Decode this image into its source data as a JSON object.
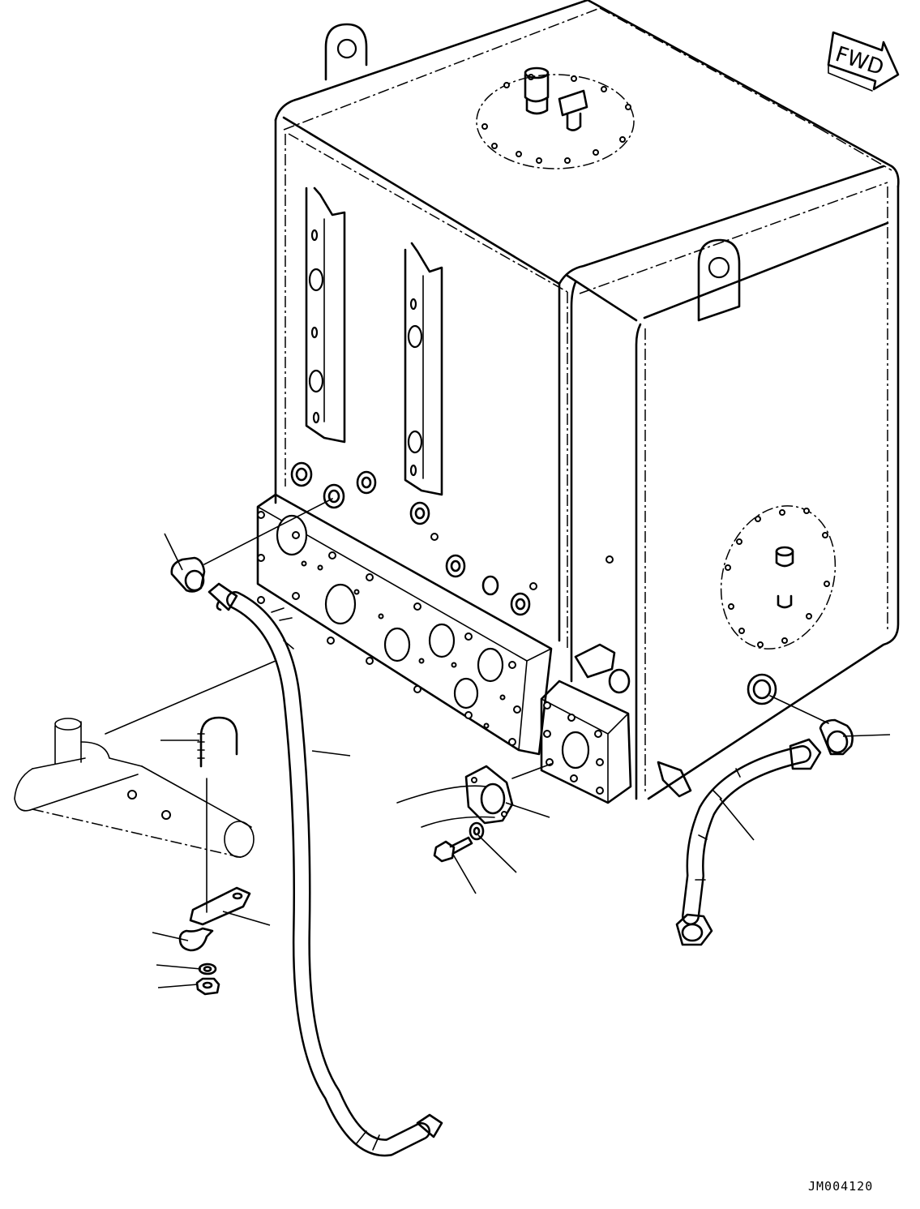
{
  "diagram": {
    "direction_label": "FWD",
    "drawing_number": "JM004120",
    "parts": [
      {
        "name": "hydraulic-tank"
      },
      {
        "name": "suction-port-cover"
      },
      {
        "name": "drain-elbow-fitting"
      },
      {
        "name": "long-drain-hose"
      },
      {
        "name": "u-bolt"
      },
      {
        "name": "clamp-plate"
      },
      {
        "name": "hose-clip"
      },
      {
        "name": "washer"
      },
      {
        "name": "nut"
      },
      {
        "name": "split-flange"
      },
      {
        "name": "flange-bolt"
      },
      {
        "name": "flange-washer"
      },
      {
        "name": "elbow-fitting-right"
      },
      {
        "name": "short-hose"
      }
    ],
    "colors": {
      "line": "#000000",
      "background": "#ffffff"
    }
  }
}
